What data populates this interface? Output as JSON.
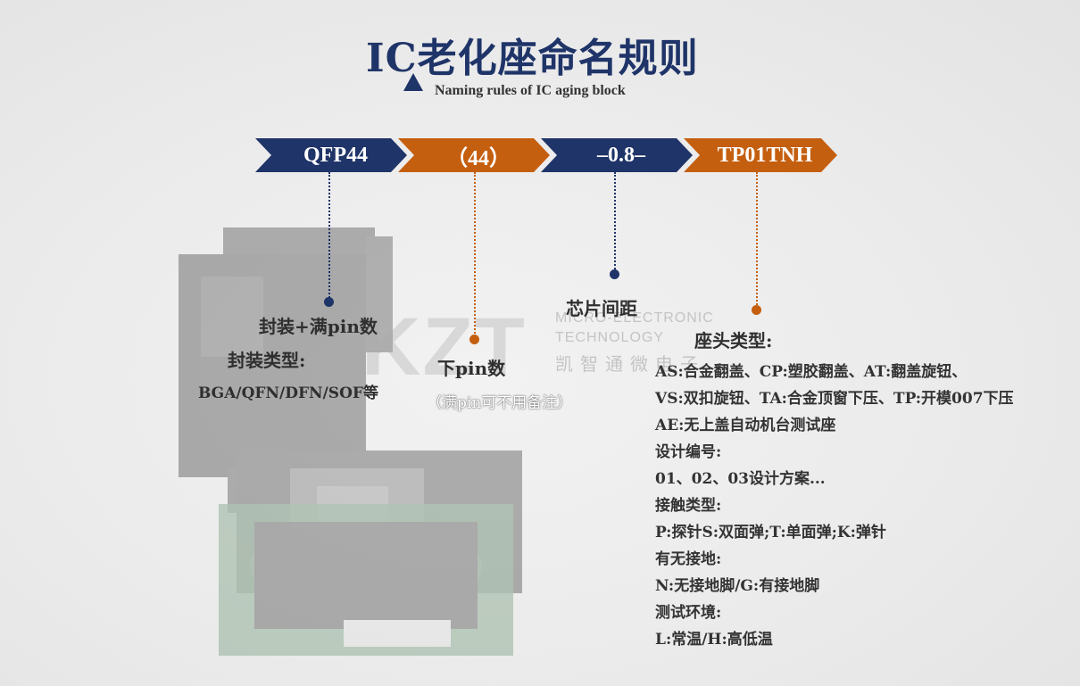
{
  "title": {
    "main": "IC老化座命名规则",
    "sub": "Naming rules of IC aging block"
  },
  "banner": [
    {
      "text": "QFP44",
      "color": "#1f3468"
    },
    {
      "text": "（44）",
      "color": "#c55f10"
    },
    {
      "text": "–0.8–",
      "color": "#1f3468"
    },
    {
      "text": "TP01TNH",
      "color": "#c55f10"
    }
  ],
  "labels": {
    "package": "封装+满pin数",
    "package_type": "封装类型:",
    "package_list": "BGA/QFN/DFN/SOF等",
    "pin": "下pin数",
    "pin_note": "（满pin可不用备注）",
    "pitch": "芯片间距",
    "head_type": "座头类型:"
  },
  "details": [
    "AS:合金翻盖、CP:塑胶翻盖、AT:翻盖旋钮、",
    "VS:双扣旋钮、TA:合金顶窗下压、TP:开模007下压",
    "AE:无上盖自动机台测试座",
    "设计编号:",
    "01、02、03设计方案...",
    "接触类型:",
    "P:探针S:双面弹;T:单面弹;K:弹针",
    "有无接地:",
    "N:无接地脚/G:有接地脚",
    "测试环境:",
    "L:常温/H:高低温"
  ],
  "watermark": {
    "logo": "KZT",
    "line1": "MICRO-ELECTRONIC",
    "line2": "TECHNOLOGY",
    "line3": "凯智通微电子"
  },
  "colors": {
    "navy": "#1f3468",
    "orange": "#c55f10"
  }
}
